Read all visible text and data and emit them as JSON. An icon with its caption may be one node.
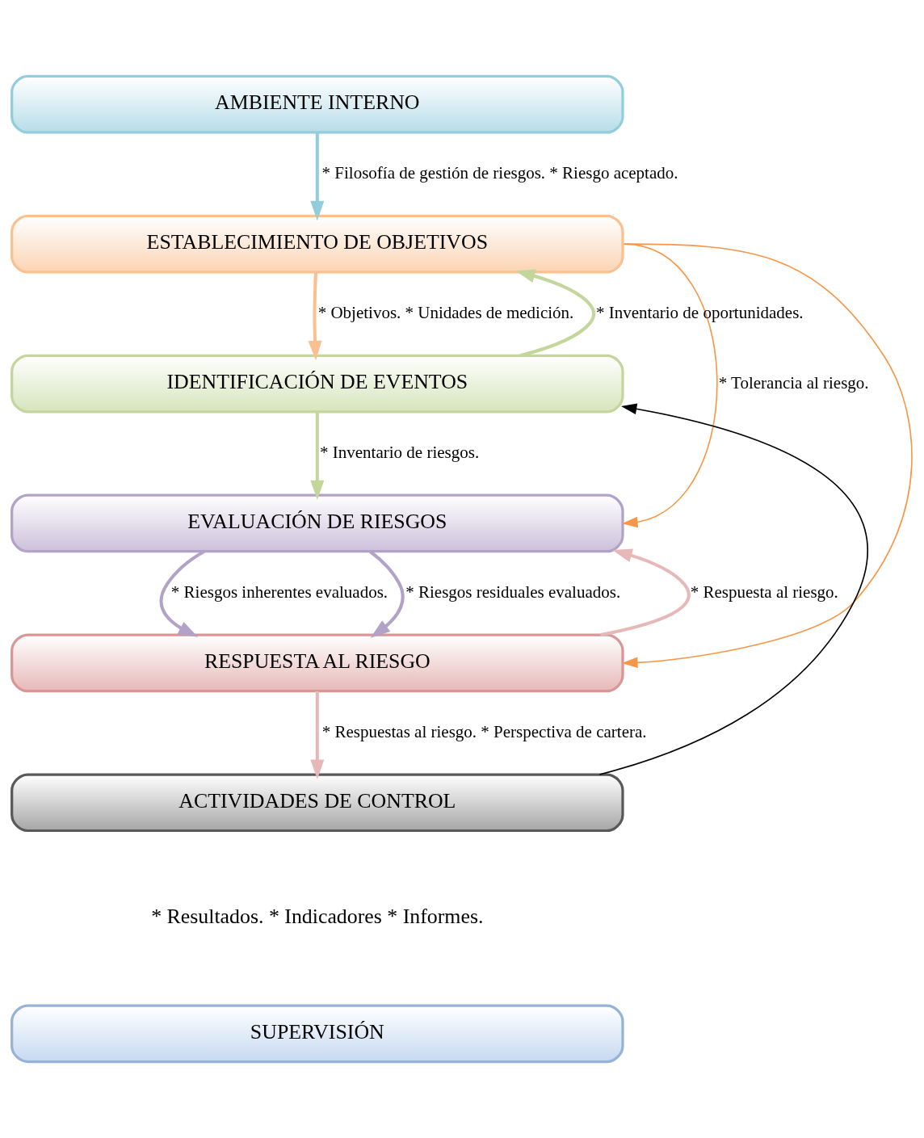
{
  "diagram": {
    "nodes": [
      {
        "text": [
          "AMBIENTE INTERNO"
        ]
      },
      {
        "text": [
          "ESTABLECIMIENTO DE OBJETIVOS"
        ]
      },
      {
        "text": [
          "IDENTIFICACIÓN DE EVENTOS"
        ]
      },
      {
        "text": [
          "EVALUACIÓN DE RIESGOS"
        ]
      },
      {
        "text": [
          "RESPUESTA AL RIESGO"
        ]
      },
      {
        "text": [
          "ACTIVIDADES DE CONTROL"
        ]
      },
      {
        "text": [
          "SUPERVISIÓN"
        ]
      }
    ],
    "edges": [
      {
        "from": 0,
        "to": 1,
        "arrow": "to",
        "label": "* Filosofía de gestión de riesgos. * Riesgo aceptado.",
        "color": "#92cddc"
      },
      {
        "from": 1,
        "to": 2,
        "arrow": "to",
        "label": "* Objetivos. * Unidades de medición.",
        "color": "#fac090"
      },
      {
        "from": 2,
        "to": 1,
        "arrow": "to",
        "label": "* Inventario de oportunidades.",
        "color": "#c3d69b"
      },
      {
        "from": 2,
        "to": 3,
        "arrow": "to",
        "label": "* Inventario de riesgos.",
        "color": "#c3d69b"
      },
      {
        "from": 3,
        "to": 4,
        "arrow": "to",
        "label": "* Riesgos inherentes evaluados.",
        "color": "#b3a2c7"
      },
      {
        "from": 4,
        "to": 3,
        "arrow": "to",
        "label": "* Respuesta al riesgo.",
        "color": "#e6b9b8"
      },
      {
        "from": 3,
        "to": 4,
        "arrow": "to",
        "label": "* Riesgos residuales evaluados.",
        "color": "#b3a2c7"
      },
      {
        "from": 1,
        "to": 3,
        "arrow": "to",
        "label": "* Tolerancia al riesgo.",
        "color": "#f79646"
      },
      {
        "from": 1,
        "to": 4,
        "arrow": "to",
        "color": "#f79646"
      },
      {
        "from": 5,
        "to": 2,
        "arrow": "to",
        "color": "#000000"
      },
      {
        "from": 4,
        "to": 5,
        "arrow": "to",
        "label": "* Respuestas al riesgo. * Perspectiva de cartera.",
        "color": "#e6b9b8"
      }
    ],
    "labels": [
      "* Resultados. * Indicadores * Informes."
    ]
  }
}
